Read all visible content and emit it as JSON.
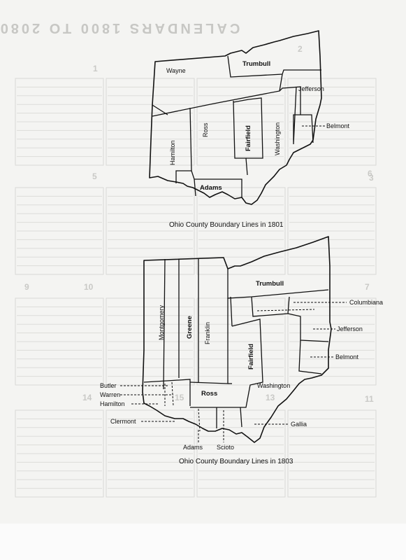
{
  "background_title": "CALENDARS 1800 TO 2080",
  "background_month_numbers": [
    "1",
    "2",
    "3",
    "5",
    "6",
    "7",
    "9",
    "10",
    "11",
    "13",
    "14",
    "15"
  ],
  "map_1801": {
    "caption": "Ohio County Boundary Lines in 1801",
    "counties": {
      "wayne": "Wayne",
      "trumbull": "Trumbull",
      "jefferson": "Jefferson",
      "belmont": "Belmont",
      "hamilton": "Hamilton",
      "ross": "Ross",
      "fairfield": "Fairfield",
      "washington": "Washington",
      "adams": "Adams"
    }
  },
  "map_1803": {
    "caption": "Ohio County Boundary Lines in 1803",
    "counties": {
      "trumbull": "Trumbull",
      "columbiana": "Columbiana",
      "jefferson": "Jefferson",
      "belmont": "Belmont",
      "montgomery": "Montgomery",
      "greene": "Greene",
      "franklin": "Franklin",
      "fairfield": "Fairfield",
      "washington": "Washington",
      "ross": "Ross",
      "butler": "Butler",
      "warren": "Warren",
      "hamilton": "Hamilton",
      "clermont": "Clermont",
      "adams": "Adams",
      "scioto": "Scioto",
      "gallia": "Gallia"
    }
  }
}
